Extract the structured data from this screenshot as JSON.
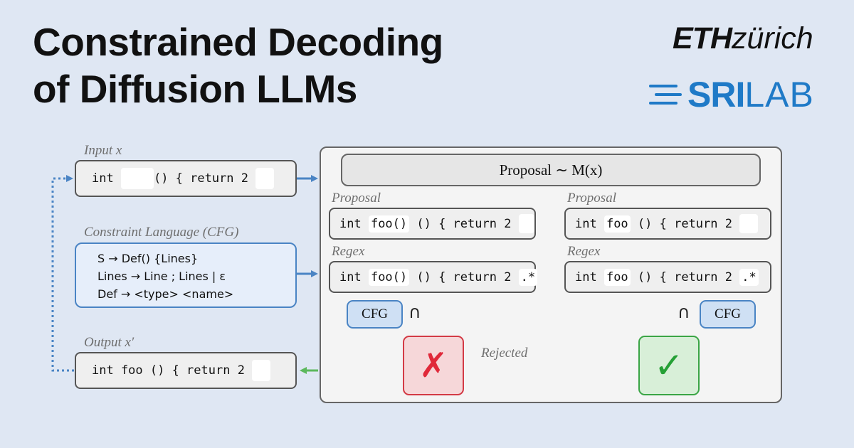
{
  "title": {
    "line1": "Constrained Decoding",
    "line2": "of Diffusion LLMs"
  },
  "logos": {
    "eth_bold": "ETH",
    "eth_rest": "zürich",
    "sri_bold": "SRI",
    "sri_rest": "LAB"
  },
  "left": {
    "input_label": "Input x",
    "input_code_a": "int ",
    "input_code_b": "() { return 2",
    "cfg_label": "Constraint Language (CFG)",
    "cfg_lines": [
      "S → Def() {Lines}",
      "Lines → Line ; Lines | ε",
      "Def → <type> <name>"
    ],
    "output_label": "Output x′",
    "output_code": "int foo () { return 2"
  },
  "panel": {
    "proposal_dist": "Proposal ∼ M(x)",
    "left_col": {
      "proposal_label": "Proposal",
      "proposal_code_a": "int ",
      "proposal_code_hl": "foo()",
      "proposal_code_b": " () { return 2",
      "regex_label": "Regex",
      "regex_code_a": "int ",
      "regex_code_hl": "foo()",
      "regex_code_b": " () { return 2 ",
      "regex_tail": ".*",
      "cfg_pill": "CFG",
      "cap": "∩",
      "result_symbol": "✗"
    },
    "rejected_label": "Rejected",
    "right_col": {
      "proposal_label": "Proposal",
      "proposal_code_a": "int ",
      "proposal_code_hl": "foo",
      "proposal_code_b": " () { return 2",
      "regex_label": "Regex",
      "regex_code_a": "int ",
      "regex_code_hl": "foo",
      "regex_code_b": " () { return 2 ",
      "regex_tail": ".*",
      "cfg_pill": "CFG",
      "cap": "∩",
      "result_symbol": "✓"
    }
  },
  "colors": {
    "background": "#dfe7f3",
    "blue_arrow": "#4a84c4",
    "red_arrow": "#d33a45",
    "green_arrow": "#5cb85c",
    "sri_blue": "#1f7ac7"
  }
}
